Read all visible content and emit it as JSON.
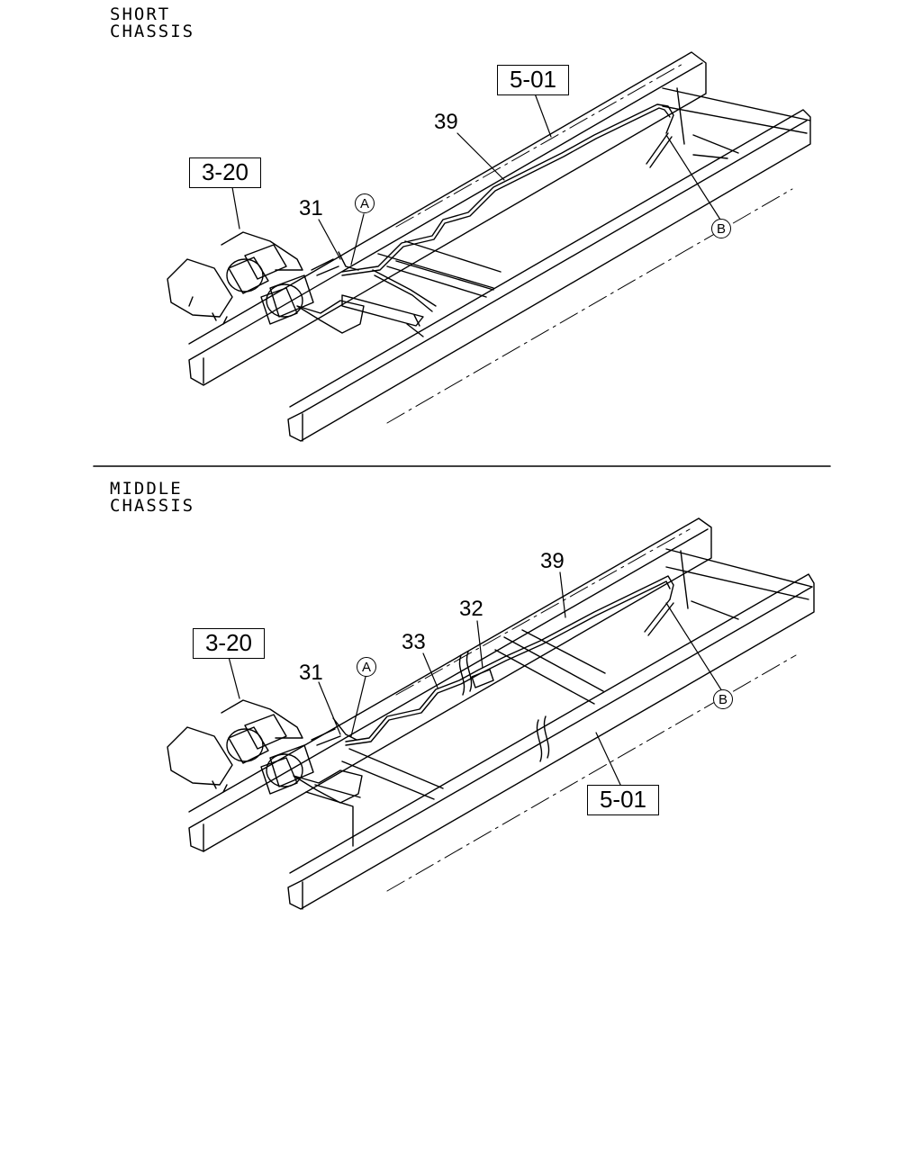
{
  "top": {
    "heading": [
      "SHORT",
      "CHASSIS"
    ],
    "refs": [
      "5-01",
      "3-20"
    ],
    "callouts": [
      "39",
      "31"
    ],
    "circles": [
      "A",
      "B"
    ]
  },
  "bottom": {
    "heading": [
      "MIDDLE",
      "CHASSIS"
    ],
    "refs": [
      "3-20",
      "5-01"
    ],
    "callouts": [
      "39",
      "32",
      "33",
      "31"
    ],
    "circles": [
      "A",
      "B"
    ]
  }
}
